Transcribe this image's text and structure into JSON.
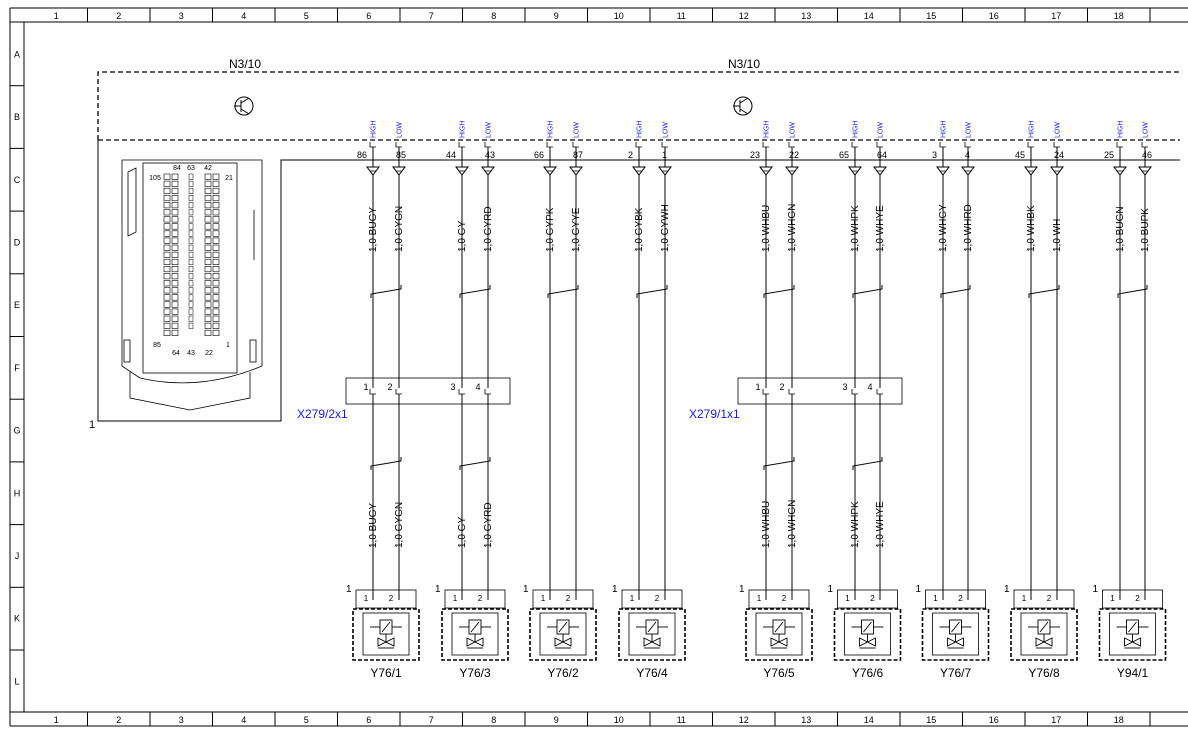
{
  "grid": {
    "columns": [
      "1",
      "2",
      "3",
      "4",
      "5",
      "6",
      "7",
      "8",
      "9",
      "10",
      "11",
      "12",
      "13",
      "14",
      "15",
      "16",
      "17",
      "18"
    ],
    "rows": [
      "A",
      "B",
      "C",
      "D",
      "E",
      "F",
      "G",
      "H",
      "J",
      "K",
      "L"
    ]
  },
  "control_unit": {
    "left_label": "N3/10",
    "right_label": "N3/10",
    "connector_ref": "1",
    "pin_labels": [
      "84",
      "63",
      "42",
      "105",
      "21",
      "85",
      "64",
      "43",
      "22",
      "1"
    ]
  },
  "pin_types": [
    "HIGH",
    "LOW"
  ],
  "connectors": [
    {
      "label": "X279/2x1",
      "pins": [
        "1",
        "2",
        "3",
        "4"
      ]
    },
    {
      "label": "X279/1x1",
      "pins": [
        "1",
        "2",
        "3",
        "4"
      ]
    }
  ],
  "wires": [
    {
      "pin": "86",
      "type": "HIGH",
      "color": "1,0 BUGY",
      "lower": "1,0 BUGY"
    },
    {
      "pin": "85",
      "type": "LOW",
      "color": "1,0 GYGN",
      "lower": "1,0 GYGN"
    },
    {
      "pin": "44",
      "type": "HIGH",
      "color": "1,0 GY",
      "lower": "1,0 GY"
    },
    {
      "pin": "43",
      "type": "LOW",
      "color": "1,0 GYRD",
      "lower": "1,0 GYRD"
    },
    {
      "pin": "66",
      "type": "HIGH",
      "color": "1,0 GYPK",
      "lower": ""
    },
    {
      "pin": "87",
      "type": "LOW",
      "color": "1,0 GYYE",
      "lower": ""
    },
    {
      "pin": "2",
      "type": "HIGH",
      "color": "1,0 GYBK",
      "lower": ""
    },
    {
      "pin": "1",
      "type": "LOW",
      "color": "1,0 GYWH",
      "lower": ""
    },
    {
      "pin": "23",
      "type": "HIGH",
      "color": "1,0 WHBU",
      "lower": "1,0 WHBU"
    },
    {
      "pin": "22",
      "type": "LOW",
      "color": "1,0 WHGN",
      "lower": "1,0 WHGN"
    },
    {
      "pin": "65",
      "type": "HIGH",
      "color": "1,0 WHPK",
      "lower": "1,0 WHPK"
    },
    {
      "pin": "64",
      "type": "LOW",
      "color": "1,0 WHYE",
      "lower": "1,0 WHYE"
    },
    {
      "pin": "3",
      "type": "HIGH",
      "color": "1,0 WHGY",
      "lower": ""
    },
    {
      "pin": "4",
      "type": "LOW",
      "color": "1,0 WHRD",
      "lower": ""
    },
    {
      "pin": "45",
      "type": "HIGH",
      "color": "1,0 WHBK",
      "lower": ""
    },
    {
      "pin": "24",
      "type": "LOW",
      "color": "1,0 WH",
      "lower": ""
    },
    {
      "pin": "25",
      "type": "HIGH",
      "color": "1,0 BUGN",
      "lower": ""
    },
    {
      "pin": "46",
      "type": "LOW",
      "color": "1,0 BUPK",
      "lower": ""
    }
  ],
  "valves": [
    {
      "label": "Y76/1",
      "ref": "1",
      "pins": [
        "1",
        "2"
      ]
    },
    {
      "label": "Y76/3",
      "ref": "1",
      "pins": [
        "1",
        "2"
      ]
    },
    {
      "label": "Y76/2",
      "ref": "1",
      "pins": [
        "1",
        "2"
      ]
    },
    {
      "label": "Y76/4",
      "ref": "1",
      "pins": [
        "1",
        "2"
      ]
    },
    {
      "label": "Y76/5",
      "ref": "1",
      "pins": [
        "1",
        "2"
      ]
    },
    {
      "label": "Y76/6",
      "ref": "1",
      "pins": [
        "1",
        "2"
      ]
    },
    {
      "label": "Y76/7",
      "ref": "1",
      "pins": [
        "1",
        "2"
      ]
    },
    {
      "label": "Y76/8",
      "ref": "1",
      "pins": [
        "1",
        "2"
      ]
    },
    {
      "label": "Y94/1",
      "ref": "1",
      "pins": [
        "1",
        "2"
      ]
    }
  ]
}
